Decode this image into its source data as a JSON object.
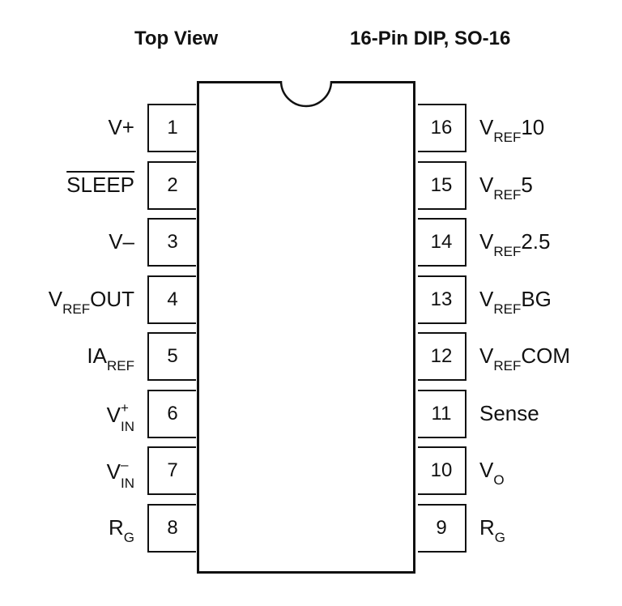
{
  "header": {
    "left": "Top View",
    "right": "16-Pin DIP, SO-16"
  },
  "pins": [
    {
      "num": "1",
      "main": "V+",
      "sub": "",
      "suffix": "",
      "overline": false
    },
    {
      "num": "2",
      "main": "SLEEP",
      "sub": "",
      "suffix": "",
      "overline": true
    },
    {
      "num": "3",
      "main": "V–",
      "sub": "",
      "suffix": "",
      "overline": false
    },
    {
      "num": "4",
      "main": "V",
      "sub": "REF",
      "suffix": "OUT",
      "overline": false
    },
    {
      "num": "5",
      "main": "IA",
      "sub": "REF",
      "suffix": "",
      "overline": false
    },
    {
      "num": "6",
      "main": "V",
      "sub": "IN",
      "sup": "+",
      "suffix": "",
      "overline": false
    },
    {
      "num": "7",
      "main": "V",
      "sub": "IN",
      "sup": "–",
      "suffix": "",
      "overline": false
    },
    {
      "num": "8",
      "main": "R",
      "sub": "G",
      "suffix": "",
      "overline": false
    },
    {
      "num": "9",
      "main": "R",
      "sub": "G",
      "suffix": "",
      "overline": false
    },
    {
      "num": "10",
      "main": "V",
      "sub": "O",
      "suffix": "",
      "overline": false
    },
    {
      "num": "11",
      "main": "Sense",
      "sub": "",
      "suffix": "",
      "overline": false
    },
    {
      "num": "12",
      "main": "V",
      "sub": "REF",
      "suffix": "COM",
      "overline": false
    },
    {
      "num": "13",
      "main": "V",
      "sub": "REF",
      "suffix": "BG",
      "overline": false
    },
    {
      "num": "14",
      "main": "V",
      "sub": "REF",
      "suffix": "2.5",
      "overline": false
    },
    {
      "num": "15",
      "main": "V",
      "sub": "REF",
      "suffix": "5",
      "overline": false
    },
    {
      "num": "16",
      "main": "V",
      "sub": "REF",
      "suffix": "10",
      "overline": false
    }
  ]
}
